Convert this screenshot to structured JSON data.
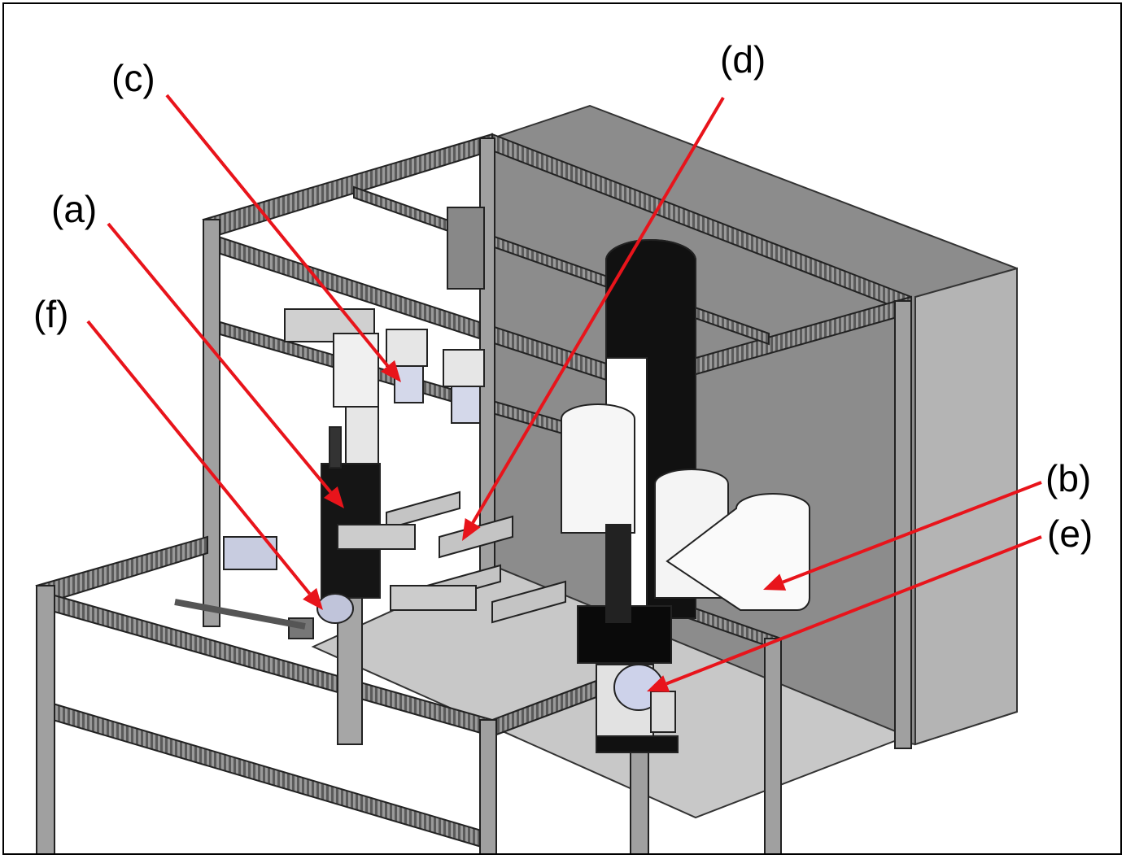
{
  "figure": {
    "type": "CAD assembly rendering of an aluminium-profile automated workcell",
    "colors": {
      "callout": "#e8141b",
      "frame": "#000000"
    }
  },
  "callouts": [
    {
      "id": "a",
      "text": "(a)",
      "target": "black linear actuator column"
    },
    {
      "id": "b",
      "text": "(b)",
      "target": "white SCARA robot arm"
    },
    {
      "id": "c",
      "text": "(c)",
      "target": "cylindrical vials in top gripper holders"
    },
    {
      "id": "d",
      "text": "(d)",
      "target": "rectangular sample rails"
    },
    {
      "id": "e",
      "text": "(e)",
      "target": "camera / light unit on slide"
    },
    {
      "id": "f",
      "text": "(f)",
      "target": "lower angled cylinder mechanism"
    }
  ]
}
